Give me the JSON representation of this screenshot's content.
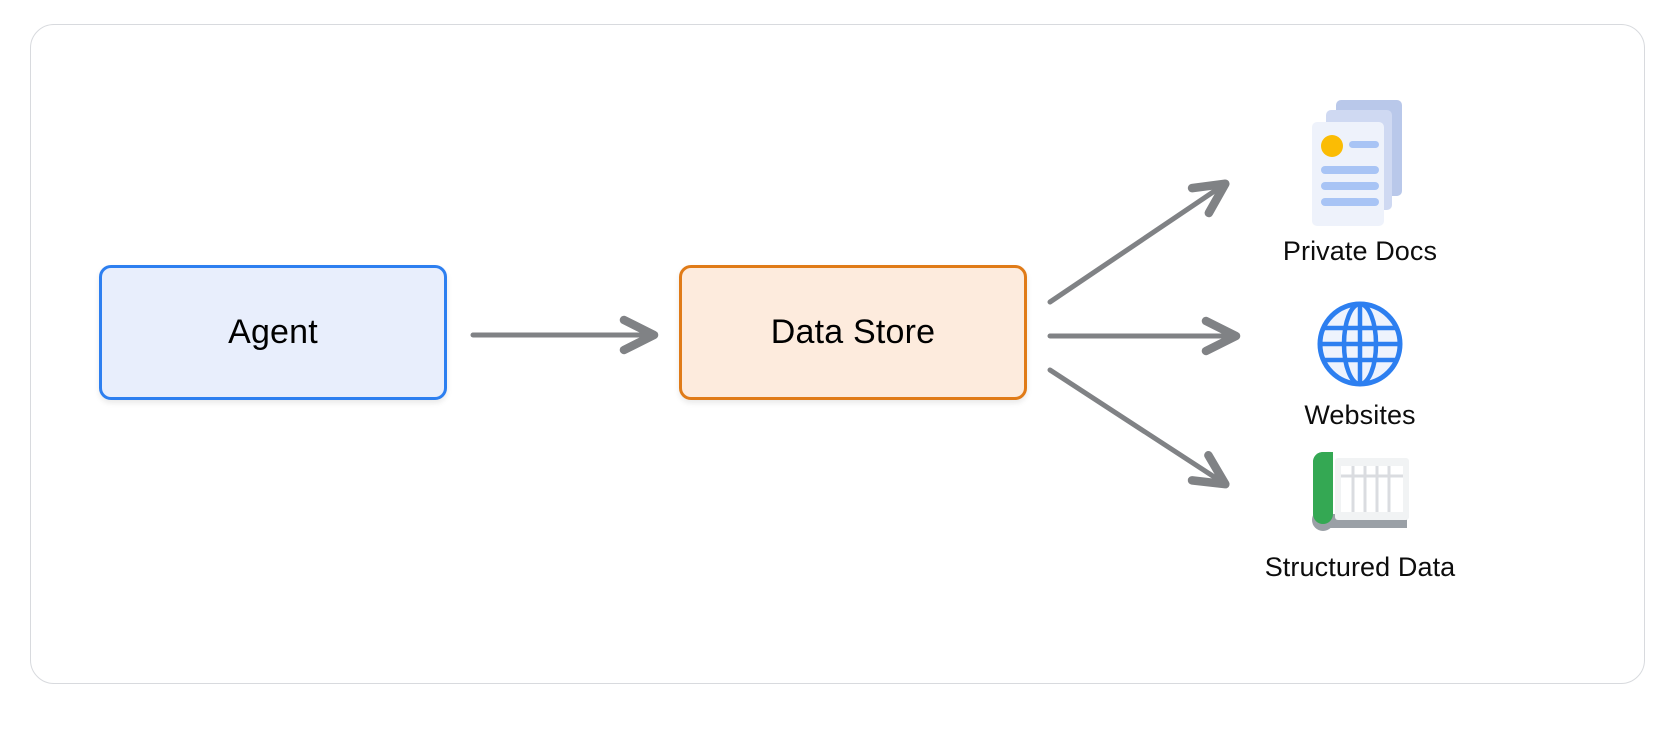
{
  "diagram": {
    "type": "flow-diagram",
    "background": "#ffffff",
    "card_border_color": "#d8dade",
    "nodes": [
      {
        "id": "agent",
        "label": "Agent",
        "fill": "#e8eefc",
        "stroke": "#2d7ff0",
        "shape": "rounded-rect"
      },
      {
        "id": "data-store",
        "label": "Data Store",
        "fill": "#fdebdd",
        "stroke": "#e07b18",
        "shape": "rounded-rect"
      }
    ],
    "endpoints": [
      {
        "id": "private-docs",
        "label": "Private Docs",
        "icon": "documents-stack-icon",
        "accent": "#fbbc04"
      },
      {
        "id": "websites",
        "label": "Websites",
        "icon": "globe-icon",
        "accent": "#2d7ff0"
      },
      {
        "id": "structured-data",
        "label": "Structured Data",
        "icon": "spreadsheet-icon",
        "accent": "#34a853"
      }
    ],
    "edges": [
      {
        "from": "agent",
        "to": "data-store",
        "style": "arrow",
        "color": "#808285"
      },
      {
        "from": "data-store",
        "to": "private-docs",
        "style": "arrow",
        "color": "#808285"
      },
      {
        "from": "data-store",
        "to": "websites",
        "style": "arrow",
        "color": "#808285"
      },
      {
        "from": "data-store",
        "to": "structured-data",
        "style": "arrow",
        "color": "#808285"
      }
    ],
    "edge_color": "#808285"
  }
}
